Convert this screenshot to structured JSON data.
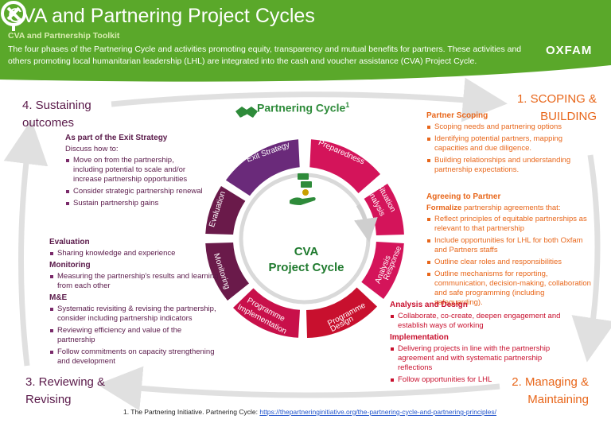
{
  "header": {
    "title": "CVA and Partnering Project Cycles",
    "subtitle": "CVA and Partnership Toolkit",
    "intro": "The four phases of the Partnering Cycle and activities promoting equity, transparency and mutual benefits for partners.  These activities and others promoting local humanitarian leadership (LHL) are integrated into the cash and voucher assistance (CVA) Project Cycle.",
    "brand": "OXFAM"
  },
  "colors": {
    "green": "#5aa82a",
    "purple": "#5a1a4a",
    "orange": "#e8661a",
    "red": "#c8102e",
    "magenta": "#d4145a"
  },
  "phases": {
    "p1_line1": "1. SCOPING &",
    "p1_line2": "BUILDING",
    "p2_line1": "2. Managing &",
    "p2_line2": "Maintaining",
    "p3_line1": "3. Reviewing &",
    "p3_line2": "Revising",
    "p4_line1": "4. Sustaining",
    "p4_line2": "outcomes"
  },
  "partnering_cycle": {
    "title": "Partnering Cycle",
    "sup": "1"
  },
  "cva": {
    "line1": "CVA",
    "line2": "Project Cycle"
  },
  "segments": {
    "exit": "Exit Strategy",
    "prep": "Preparedness",
    "sit1": "Situation",
    "sit2": "Analysis",
    "resp1": "Response",
    "resp2": "Analysis",
    "pd1": "Programme",
    "pd2": "Design",
    "pi1": "Programme",
    "pi2": "Implementation",
    "mon": "Monitoring",
    "eval": "Evaluation"
  },
  "exit_strategy": {
    "heading": "As part of the Exit Strategy",
    "intro": "Discuss how to:",
    "items": [
      "Move on from the partnership, including potential to scale and/or increase partnership opportunities",
      "Consider strategic partnership renewal",
      "Sustain partnership gains"
    ]
  },
  "evaluation": {
    "heading": "Evaluation",
    "items": [
      "Sharing knowledge  and experience"
    ]
  },
  "monitoring": {
    "heading": "Monitoring",
    "items": [
      "Measuring the partnership's results and learning from each other"
    ]
  },
  "me": {
    "heading": "M&E",
    "items": [
      "Systematic revisiting & revising the partnership, consider including partnership indicators",
      "Reviewing efficiency and value of the partnership",
      "Follow commitments on capacity strengthening and development"
    ]
  },
  "partner_scoping": {
    "heading": "Partner Scoping",
    "items": [
      "Scoping needs and partnering options",
      "Identifying potential partners, mapping capacities and due diligence.",
      "Building relationships and understanding partnership expectations."
    ]
  },
  "agreeing": {
    "heading": "Agreeing to Partner",
    "intro_bold": "Formalize",
    "intro_rest": " partnership agreements that:",
    "items": [
      "Reflect principles of equitable partnerships as relevant to that partnership",
      "Include opportunities for  LHL for both Oxfam and Partners staffs",
      "Outline clear roles and responsibilities",
      "Outline  mechanisms for reporting, communication, decision-making, collaboration and  safe programming (including safeguarding)."
    ]
  },
  "analysis_design": {
    "heading": "Analysis and Design",
    "items": [
      "Collaborate, co-create, deepen engagement and establish ways of working"
    ]
  },
  "implementation": {
    "heading": "Implementation",
    "items": [
      "Delivering projects in line with the partnership agreement and with systematic partnership reflections",
      "Follow opportunities for LHL"
    ]
  },
  "footnote": {
    "text": "1. The Partnering Initiative. Partnering Cycle: ",
    "link": "https://thepartneringinitiative.org/the-partnering-cycle-and-partnering-principles/"
  }
}
